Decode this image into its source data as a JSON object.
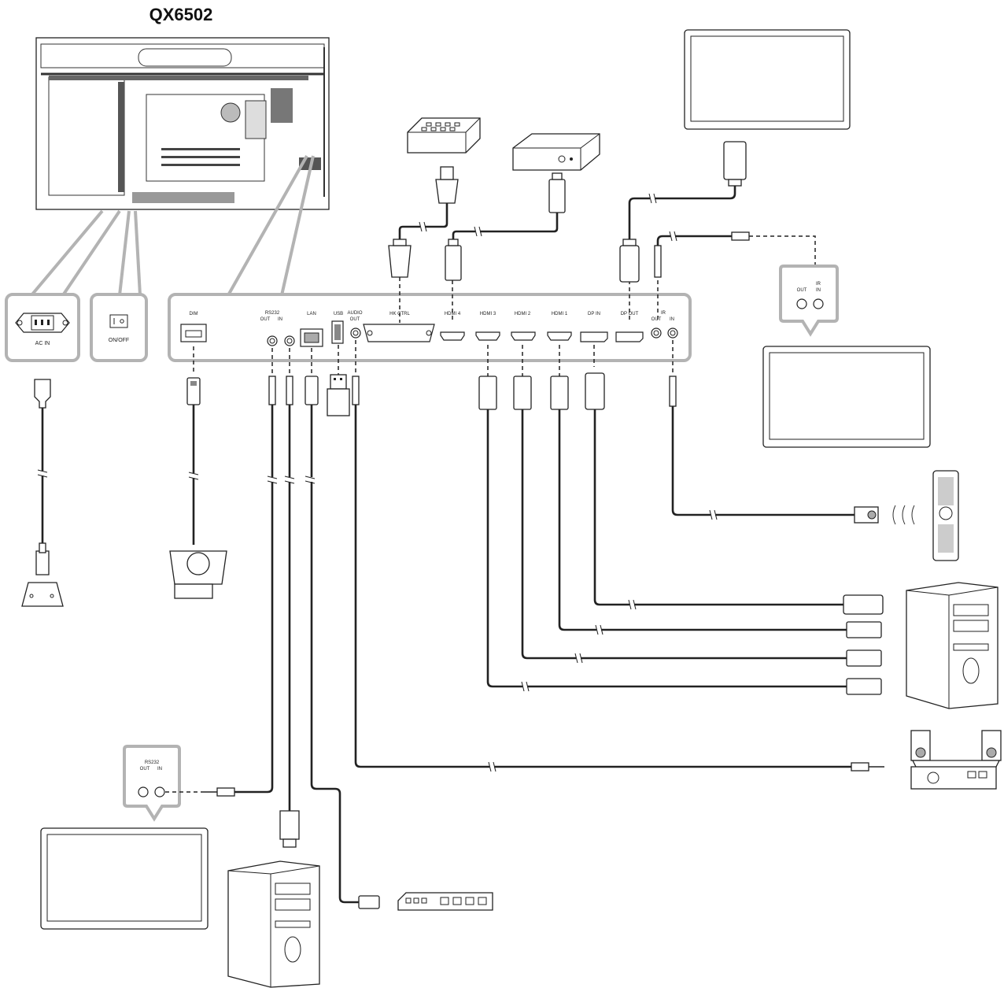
{
  "title": "QX6502",
  "panel_ports": {
    "dim": "DIM",
    "rs232": "RS232",
    "rs232_out": "OUT",
    "rs232_in": "IN",
    "lan": "LAN",
    "usb": "USB",
    "audio_out_1": "AUDIO",
    "audio_out_2": "OUT",
    "hk_ctrl": "HK CTRL",
    "hdmi4": "HDMI 4",
    "hdmi3": "HDMI 3",
    "hdmi2": "HDMI 2",
    "hdmi1": "HDMI 1",
    "dp_in": "DP IN",
    "dp_out": "DP OUT",
    "ir": "IR",
    "ir_out": "OUT",
    "ir_in": "IN"
  },
  "power_panel": {
    "ac_in": "AC IN",
    "on_off": "ON/OFF"
  },
  "ir_callout": {
    "ir": "IR",
    "out": "OUT",
    "in": "IN"
  },
  "rs232_callout": {
    "rs232": "RS232",
    "out": "OUT",
    "in": "IN"
  }
}
